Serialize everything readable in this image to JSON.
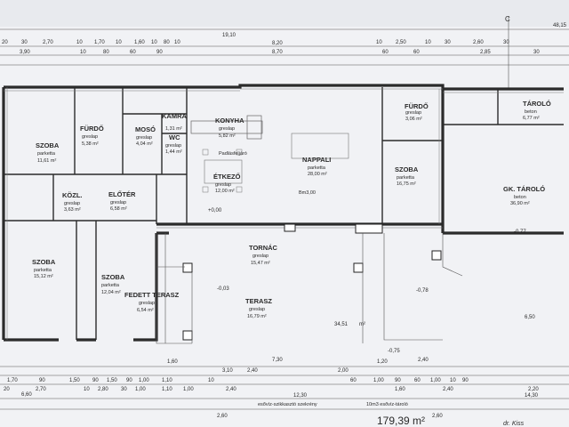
{
  "rooms": [
    {
      "key": "szoba1",
      "name": "SZOBA",
      "floor": "parketta",
      "area": "11,61 m²"
    },
    {
      "key": "furdo1",
      "name": "FÜRDŐ",
      "floor": "greslap",
      "area": "5,38 m²"
    },
    {
      "key": "moso",
      "name": "MOSÓ",
      "floor": "greslap",
      "area": "4,04 m²"
    },
    {
      "key": "kamra",
      "name": "KAMRA",
      "floor": "",
      "area": "1,31 m²"
    },
    {
      "key": "wc",
      "name": "WC",
      "floor": "greslap",
      "area": "1,44 m²"
    },
    {
      "key": "konyha",
      "name": "KONYHA",
      "floor": "greslap",
      "area": "5,82 m²"
    },
    {
      "key": "etkezo",
      "name": "ÉTKEZŐ",
      "floor": "greslap",
      "area": "12,00 m²"
    },
    {
      "key": "nappali",
      "name": "NAPPALI",
      "floor": "parketta",
      "area": "28,00 m²"
    },
    {
      "key": "furdo2",
      "name": "FÜRDŐ",
      "floor": "greslap",
      "area": "3,06 m²"
    },
    {
      "key": "szoba2",
      "name": "SZOBA",
      "floor": "parketta",
      "area": "16,75 m²"
    },
    {
      "key": "tarolo",
      "name": "TÁROLÓ",
      "floor": "beton",
      "area": "6,77 m²"
    },
    {
      "key": "gktarolo",
      "name": "GK. TÁROLÓ",
      "floor": "beton",
      "area": "36,90 m²"
    },
    {
      "key": "kozl",
      "name": "KÖZL.",
      "floor": "greslap",
      "area": "3,63 m²"
    },
    {
      "key": "eloter",
      "name": "ELŐTÉR",
      "floor": "greslap",
      "area": "6,58 m²"
    },
    {
      "key": "szoba3",
      "name": "SZOBA",
      "floor": "parketta",
      "area": "15,12 m²"
    },
    {
      "key": "szoba4",
      "name": "SZOBA",
      "floor": "parketta",
      "area": "12,04 m²"
    },
    {
      "key": "tornac",
      "name": "TORNÁC",
      "floor": "greslap",
      "area": "15,47 m²"
    },
    {
      "key": "fedettterasz",
      "name": "FEDETT TERASZ",
      "floor": "greslap",
      "area": "6,54 m²"
    },
    {
      "key": "terasz",
      "name": "TERASZ",
      "floor": "greslap",
      "area": "16,79 m²"
    }
  ],
  "annotations": {
    "padlasfeljaro": "Padlásfeljáró",
    "bm": "Bm3,00",
    "level_zero": "+0,00",
    "level_1": "-0,03",
    "level_2": "-0,78",
    "level_3": "-0,77",
    "level_4": "-0,75",
    "gross_area": "179,39 m²",
    "szikkaszto": "esővíz-szikkasztó szekrény",
    "tarolo_note": "10m3 esővíz-tároló",
    "signature": "dr. Kiss",
    "top_left_dim": "19,10",
    "top_mid_dim": "8,20",
    "top_mid_dim2": "8,70",
    "wide_dim": "34,51",
    "wide_dim_unit": "m²",
    "bottom_dim1": "6,60",
    "bottom_dim2": "12,30",
    "bottom_dim3": "14,30",
    "bottom_dim4": "2,60",
    "bottom_dim5": "2,60",
    "r_dim1": "6,50",
    "r_dim2": "48,15",
    "corner_c": "C"
  },
  "dims_top_row1": [
    "20",
    "30",
    "2,70",
    "10",
    "1,70",
    "10",
    "1,60",
    "10",
    "80",
    "10",
    "10",
    "2,50",
    "10",
    "30",
    "2,60",
    "30"
  ],
  "dims_top_row2": [
    "3,90",
    "10",
    "80",
    "60",
    "90",
    "60",
    "60",
    "2,85",
    "30"
  ],
  "dims_bottom_row1": [
    "1,60",
    "3,10",
    "2,40",
    "7,30",
    "2,00",
    "1,20",
    "2,40"
  ],
  "dims_bottom_row2": [
    "1,70",
    "90",
    "1,50",
    "90",
    "1,50",
    "90",
    "1,00",
    "1,10",
    "10",
    "60",
    "1,00",
    "90",
    "60",
    "1,00",
    "10",
    "90"
  ],
  "dims_bottom_row3": [
    "20",
    "2,70",
    "10",
    "2,80",
    "30",
    "1,00",
    "1,10",
    "1,00",
    "2,40",
    "1,60",
    "2,40",
    "2,20"
  ]
}
